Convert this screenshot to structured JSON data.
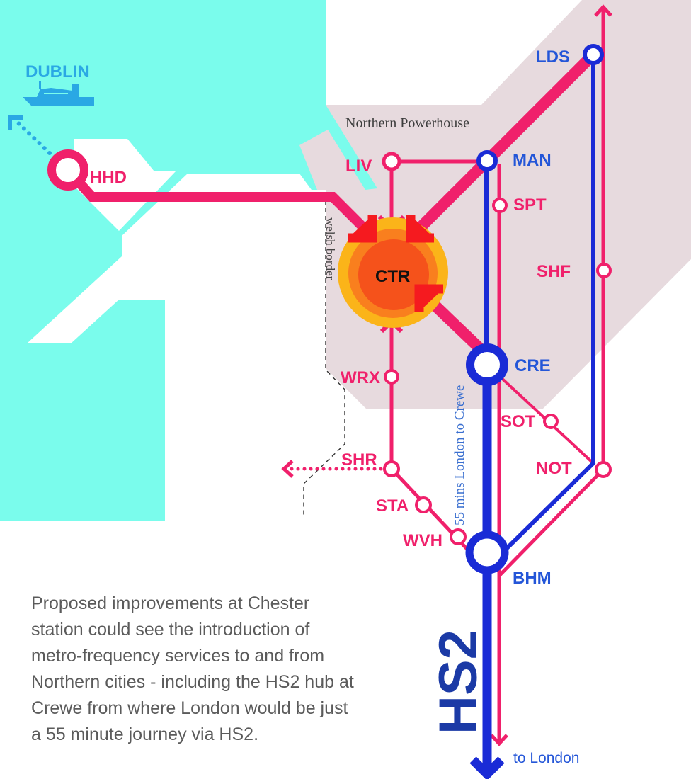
{
  "map": {
    "dublin_label": "DUBLIN",
    "region_label": "Northern Powerhouse",
    "border_label": "welsh border",
    "hs2_label": "HS2",
    "journey_time_label": "55 mins London to Crewe",
    "destination_label": "to London"
  },
  "stations": [
    {
      "code": "HHD",
      "line_color": "pink"
    },
    {
      "code": "LIV",
      "line_color": "pink"
    },
    {
      "code": "MAN",
      "line_color": "blue"
    },
    {
      "code": "LDS",
      "line_color": "blue"
    },
    {
      "code": "SPT",
      "line_color": "pink"
    },
    {
      "code": "SHF",
      "line_color": "pink"
    },
    {
      "code": "CTR",
      "line_color": "hub"
    },
    {
      "code": "CRE",
      "line_color": "blue"
    },
    {
      "code": "SOT",
      "line_color": "pink"
    },
    {
      "code": "NOT",
      "line_color": "pink"
    },
    {
      "code": "WRX",
      "line_color": "pink"
    },
    {
      "code": "SHR",
      "line_color": "pink"
    },
    {
      "code": "STA",
      "line_color": "pink"
    },
    {
      "code": "WVH",
      "line_color": "pink"
    },
    {
      "code": "BHM",
      "line_color": "blue"
    }
  ],
  "caption": {
    "lines": [
      "Proposed improvements at Chester",
      "station could see the introduction of",
      "metro-frequency services to and from",
      "Northern cities - including the HS2 hub at",
      "Crewe from where London would be just",
      "a 55 minute journey via HS2."
    ]
  },
  "icons": {
    "ferry": "ship-icon",
    "dublin_direction": "corner-arrow-icon",
    "shr_direction": "chevron-left-icon",
    "north_direction": "chevron-up-icon",
    "london_direction": "chevron-down-icon"
  },
  "colors": {
    "sea": "#7afcec",
    "northern_region": "#e7dade",
    "land": "#ffffff",
    "pink_line": "#f0206b",
    "blue_line": "#1a2bd6",
    "blue_label": "#2456d8",
    "hs2_label": "#1b3aa6",
    "dublin": "#2aa8e4",
    "hub_outer": "#fbb419",
    "hub_middle": "#f97f1e",
    "hub_inner": "#f5521b",
    "hub_arrows": "#f51a1f",
    "caption_text": "#5b5b5b"
  }
}
